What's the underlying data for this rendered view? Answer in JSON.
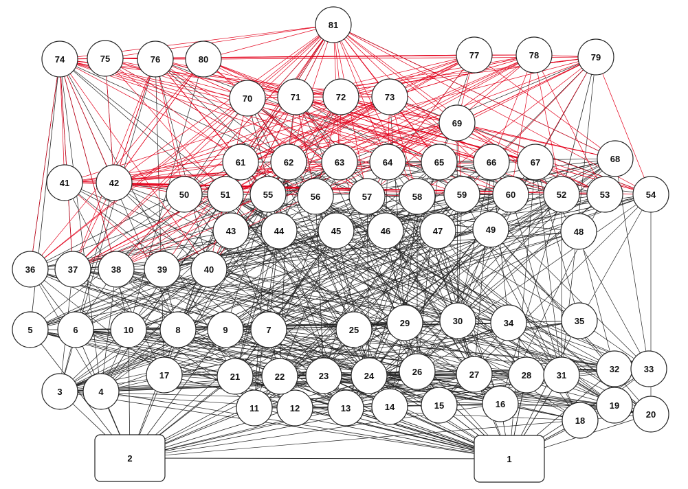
{
  "graph": {
    "colors": {
      "edge_default": "#222222",
      "edge_highlight": "#e3001b",
      "node_fill": "#ffffff",
      "node_stroke": "#222222"
    },
    "nodes": [
      {
        "id": "1",
        "label": "1",
        "shape": "box"
      },
      {
        "id": "2",
        "label": "2",
        "shape": "box"
      },
      {
        "id": "3",
        "label": "3"
      },
      {
        "id": "4",
        "label": "4"
      },
      {
        "id": "5",
        "label": "5"
      },
      {
        "id": "6",
        "label": "6"
      },
      {
        "id": "7",
        "label": "7"
      },
      {
        "id": "8",
        "label": "8"
      },
      {
        "id": "9",
        "label": "9"
      },
      {
        "id": "10",
        "label": "10"
      },
      {
        "id": "11",
        "label": "11"
      },
      {
        "id": "12",
        "label": "12"
      },
      {
        "id": "13",
        "label": "13"
      },
      {
        "id": "14",
        "label": "14"
      },
      {
        "id": "15",
        "label": "15"
      },
      {
        "id": "16",
        "label": "16"
      },
      {
        "id": "17",
        "label": "17"
      },
      {
        "id": "18",
        "label": "18"
      },
      {
        "id": "19",
        "label": "19"
      },
      {
        "id": "20",
        "label": "20"
      },
      {
        "id": "21",
        "label": "21"
      },
      {
        "id": "22",
        "label": "22"
      },
      {
        "id": "23",
        "label": "23"
      },
      {
        "id": "24",
        "label": "24"
      },
      {
        "id": "25",
        "label": "25"
      },
      {
        "id": "26",
        "label": "26"
      },
      {
        "id": "27",
        "label": "27"
      },
      {
        "id": "28",
        "label": "28"
      },
      {
        "id": "29",
        "label": "29"
      },
      {
        "id": "30",
        "label": "30"
      },
      {
        "id": "31",
        "label": "31"
      },
      {
        "id": "32",
        "label": "32"
      },
      {
        "id": "33",
        "label": "33"
      },
      {
        "id": "34",
        "label": "34"
      },
      {
        "id": "35",
        "label": "35"
      },
      {
        "id": "36",
        "label": "36"
      },
      {
        "id": "37",
        "label": "37"
      },
      {
        "id": "38",
        "label": "38"
      },
      {
        "id": "39",
        "label": "39"
      },
      {
        "id": "40",
        "label": "40"
      },
      {
        "id": "41",
        "label": "41"
      },
      {
        "id": "42",
        "label": "42"
      },
      {
        "id": "43",
        "label": "43"
      },
      {
        "id": "44",
        "label": "44"
      },
      {
        "id": "45",
        "label": "45"
      },
      {
        "id": "46",
        "label": "46"
      },
      {
        "id": "47",
        "label": "47"
      },
      {
        "id": "48",
        "label": "48"
      },
      {
        "id": "49",
        "label": "49"
      },
      {
        "id": "50",
        "label": "50"
      },
      {
        "id": "51",
        "label": "51"
      },
      {
        "id": "52",
        "label": "52"
      },
      {
        "id": "53",
        "label": "53"
      },
      {
        "id": "54",
        "label": "54"
      },
      {
        "id": "55",
        "label": "55"
      },
      {
        "id": "56",
        "label": "56"
      },
      {
        "id": "57",
        "label": "57"
      },
      {
        "id": "58",
        "label": "58"
      },
      {
        "id": "59",
        "label": "59"
      },
      {
        "id": "60",
        "label": "60"
      },
      {
        "id": "61",
        "label": "61"
      },
      {
        "id": "62",
        "label": "62"
      },
      {
        "id": "63",
        "label": "63"
      },
      {
        "id": "64",
        "label": "64"
      },
      {
        "id": "65",
        "label": "65"
      },
      {
        "id": "66",
        "label": "66"
      },
      {
        "id": "67",
        "label": "67"
      },
      {
        "id": "68",
        "label": "68"
      },
      {
        "id": "69",
        "label": "69"
      },
      {
        "id": "70",
        "label": "70"
      },
      {
        "id": "71",
        "label": "71"
      },
      {
        "id": "72",
        "label": "72"
      },
      {
        "id": "73",
        "label": "73"
      },
      {
        "id": "74",
        "label": "74"
      },
      {
        "id": "75",
        "label": "75"
      },
      {
        "id": "76",
        "label": "76"
      },
      {
        "id": "77",
        "label": "77"
      },
      {
        "id": "78",
        "label": "78"
      },
      {
        "id": "79",
        "label": "79"
      },
      {
        "id": "80",
        "label": "80"
      },
      {
        "id": "81",
        "label": "81"
      }
    ]
  }
}
